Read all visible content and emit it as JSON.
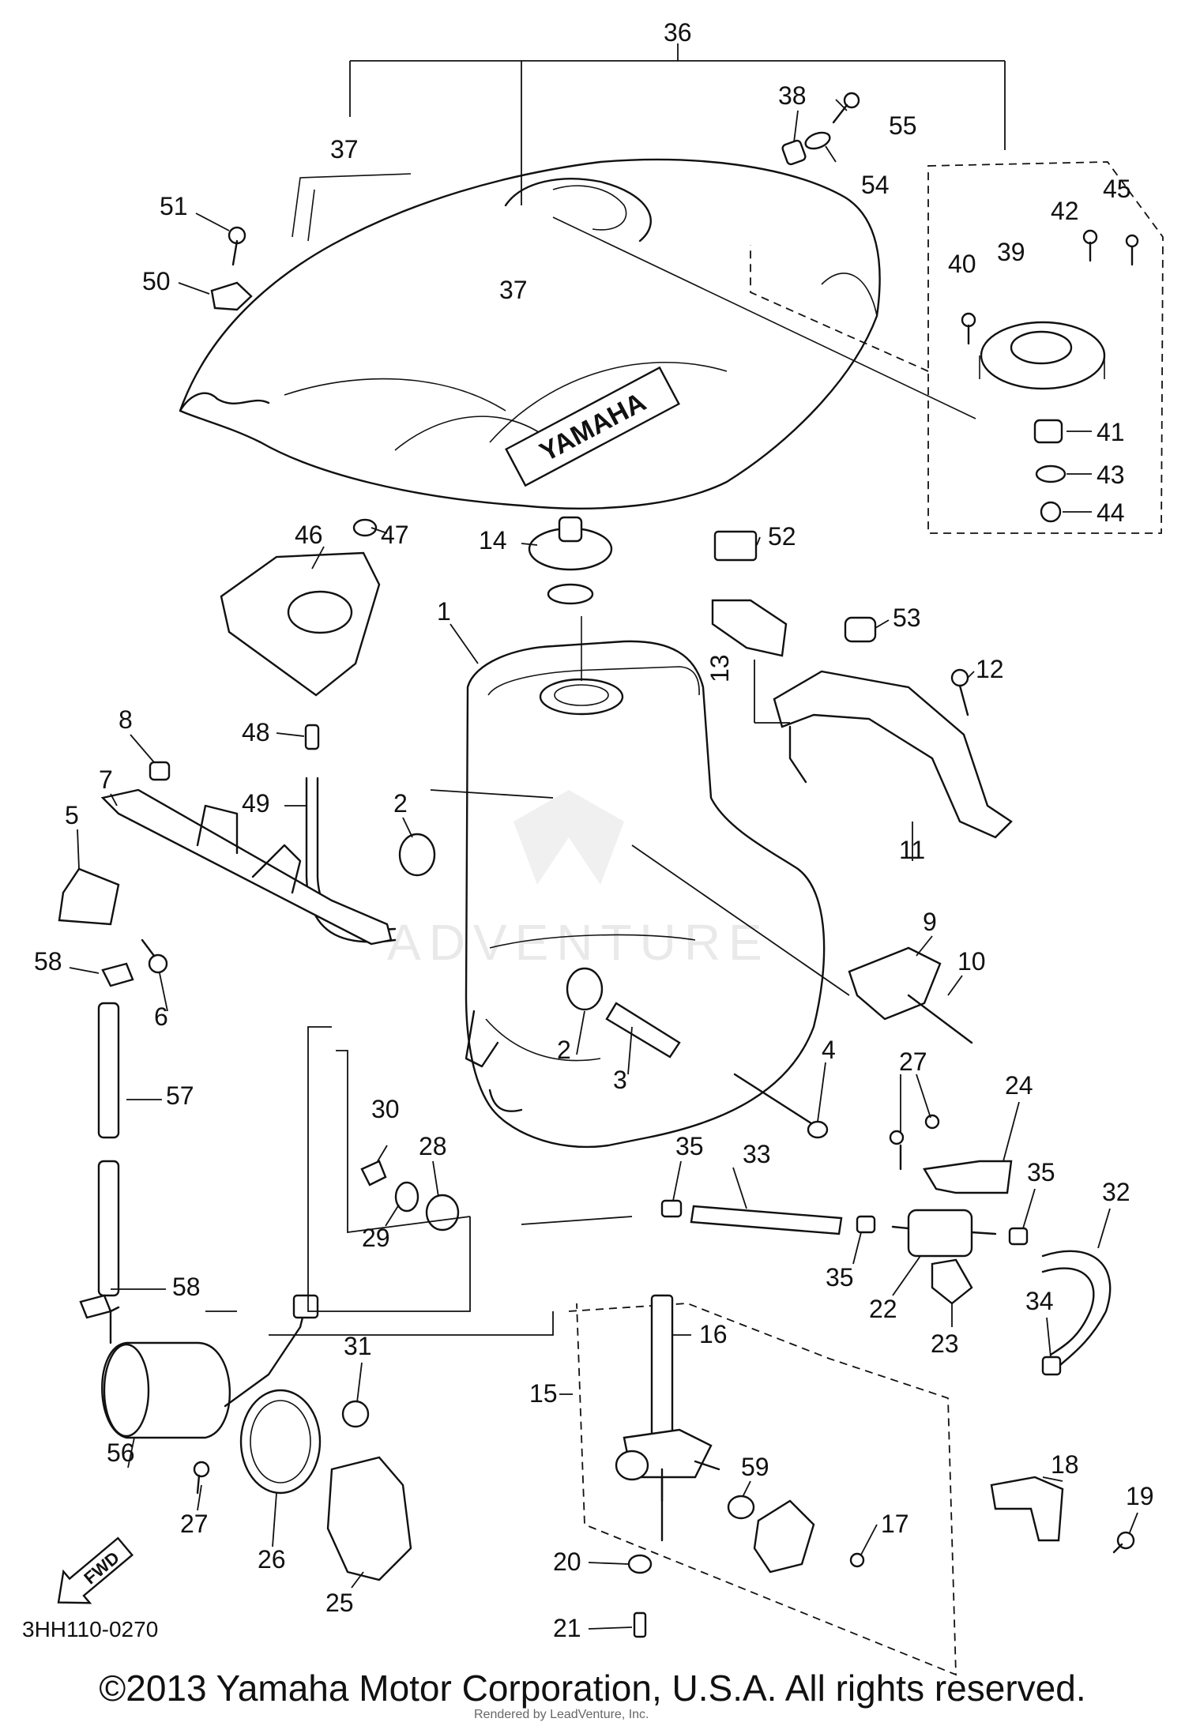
{
  "diagram": {
    "code": "3HH110-0270",
    "fwd_label": "FWD",
    "tank_logo": "YAMAHA",
    "watermark_text": "ADVENTURE",
    "labels": {
      "l1": "1",
      "l2a": "2",
      "l2b": "2",
      "l3": "3",
      "l4": "4",
      "l5": "5",
      "l6": "6",
      "l7": "7",
      "l8": "8",
      "l9": "9",
      "l10": "10",
      "l11": "11",
      "l12": "12",
      "l13": "13",
      "l14": "14",
      "l15": "15",
      "l16": "16",
      "l17": "17",
      "l18": "18",
      "l19": "19",
      "l20": "20",
      "l21": "21",
      "l22": "22",
      "l23": "23",
      "l24": "24",
      "l25": "25",
      "l26": "26",
      "l27a": "27",
      "l27b": "27",
      "l28": "28",
      "l29": "29",
      "l30": "30",
      "l31": "31",
      "l32": "32",
      "l33": "33",
      "l34": "34",
      "l35a": "35",
      "l35b": "35",
      "l35c": "35",
      "l36": "36",
      "l37a": "37",
      "l37b": "37",
      "l38": "38",
      "l39": "39",
      "l40": "40",
      "l41": "41",
      "l42": "42",
      "l43": "43",
      "l44": "44",
      "l45": "45",
      "l46": "46",
      "l47": "47",
      "l48": "48",
      "l49": "49",
      "l50": "50",
      "l51": "51",
      "l52": "52",
      "l53": "53",
      "l54": "54",
      "l55": "55",
      "l56": "56",
      "l57": "57",
      "l58a": "58",
      "l58b": "58",
      "l59": "59"
    }
  },
  "footer": {
    "copyright": "©2013 Yamaha Motor Corporation, U.S.A. All rights reserved.",
    "rendered_by": "Rendered by LeadVenture, Inc."
  }
}
